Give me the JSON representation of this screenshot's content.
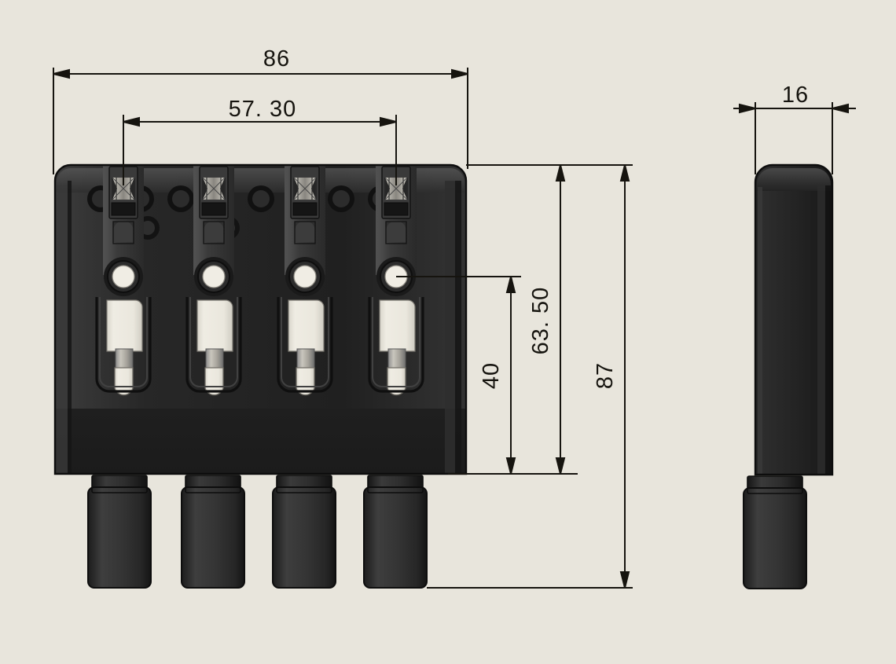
{
  "drawing": {
    "title": "4-String Bass Bridge Dimensional Drawing",
    "background_color": "#e8e5dc",
    "line_color": "#16140f",
    "part_color": "#2b2b2b",
    "saddle_color": "#ece9e0",
    "units": "mm",
    "views": [
      {
        "name": "front-view",
        "label": ""
      },
      {
        "name": "side-view",
        "label": ""
      }
    ]
  },
  "dimensions": {
    "overall_width": {
      "value": "86",
      "name": "overall-width-dimension",
      "orientation": "horizontal",
      "view": "front-view"
    },
    "string_spacing_span": {
      "value": "57. 30",
      "name": "string-spacing-dimension",
      "orientation": "horizontal",
      "view": "front-view"
    },
    "saddle_offset": {
      "value": "40",
      "name": "saddle-offset-dimension",
      "orientation": "vertical",
      "view": "front-view"
    },
    "plate_height": {
      "value": "63. 50",
      "name": "plate-height-dimension",
      "orientation": "vertical",
      "view": "front-view"
    },
    "overall_height": {
      "value": "87",
      "name": "overall-height-dimension",
      "orientation": "vertical",
      "view": "front-view"
    },
    "depth": {
      "value": "16",
      "name": "depth-dimension",
      "orientation": "horizontal",
      "view": "side-view"
    }
  },
  "components": {
    "saddle_count": 4,
    "post_count": 4,
    "saddle_units": [
      {
        "index": 1,
        "name": "saddle-unit-1"
      },
      {
        "index": 2,
        "name": "saddle-unit-2"
      },
      {
        "index": 3,
        "name": "saddle-unit-3"
      },
      {
        "index": 4,
        "name": "saddle-unit-4"
      }
    ],
    "mounting_posts": [
      {
        "index": 1,
        "name": "mounting-post-1"
      },
      {
        "index": 2,
        "name": "mounting-post-2"
      },
      {
        "index": 3,
        "name": "mounting-post-3"
      },
      {
        "index": 4,
        "name": "mounting-post-4"
      }
    ]
  }
}
